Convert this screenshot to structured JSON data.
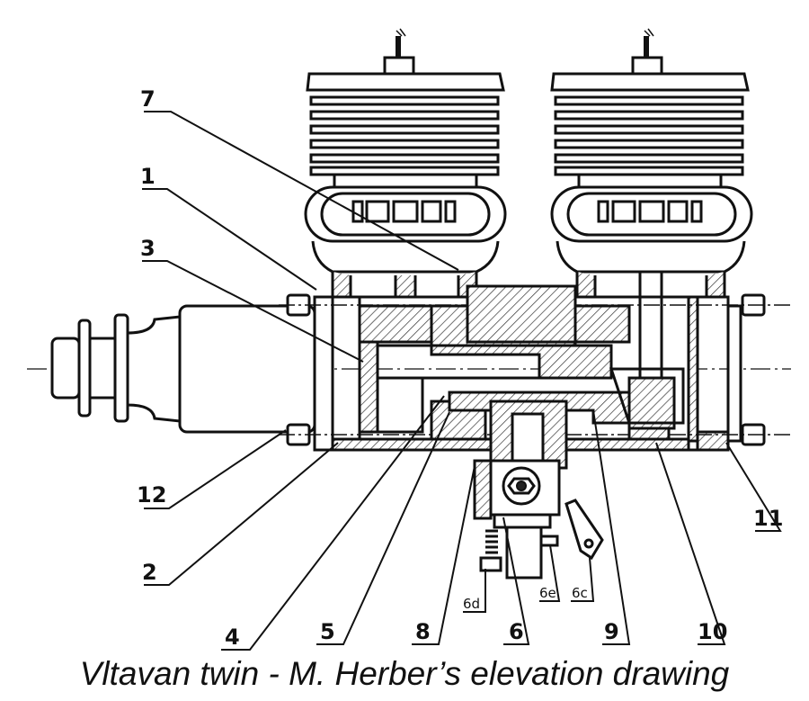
{
  "caption": "Vltavan twin - M. Herber’s elevation drawing",
  "labels": {
    "l1": "1",
    "l2": "2",
    "l3": "3",
    "l4": "4",
    "l5": "5",
    "l6": "6",
    "l7": "7",
    "l8": "8",
    "l9": "9",
    "l10": "10",
    "l11": "11",
    "l12": "12",
    "l6c": "6c",
    "l6d": "6d",
    "l6e": "6e"
  }
}
